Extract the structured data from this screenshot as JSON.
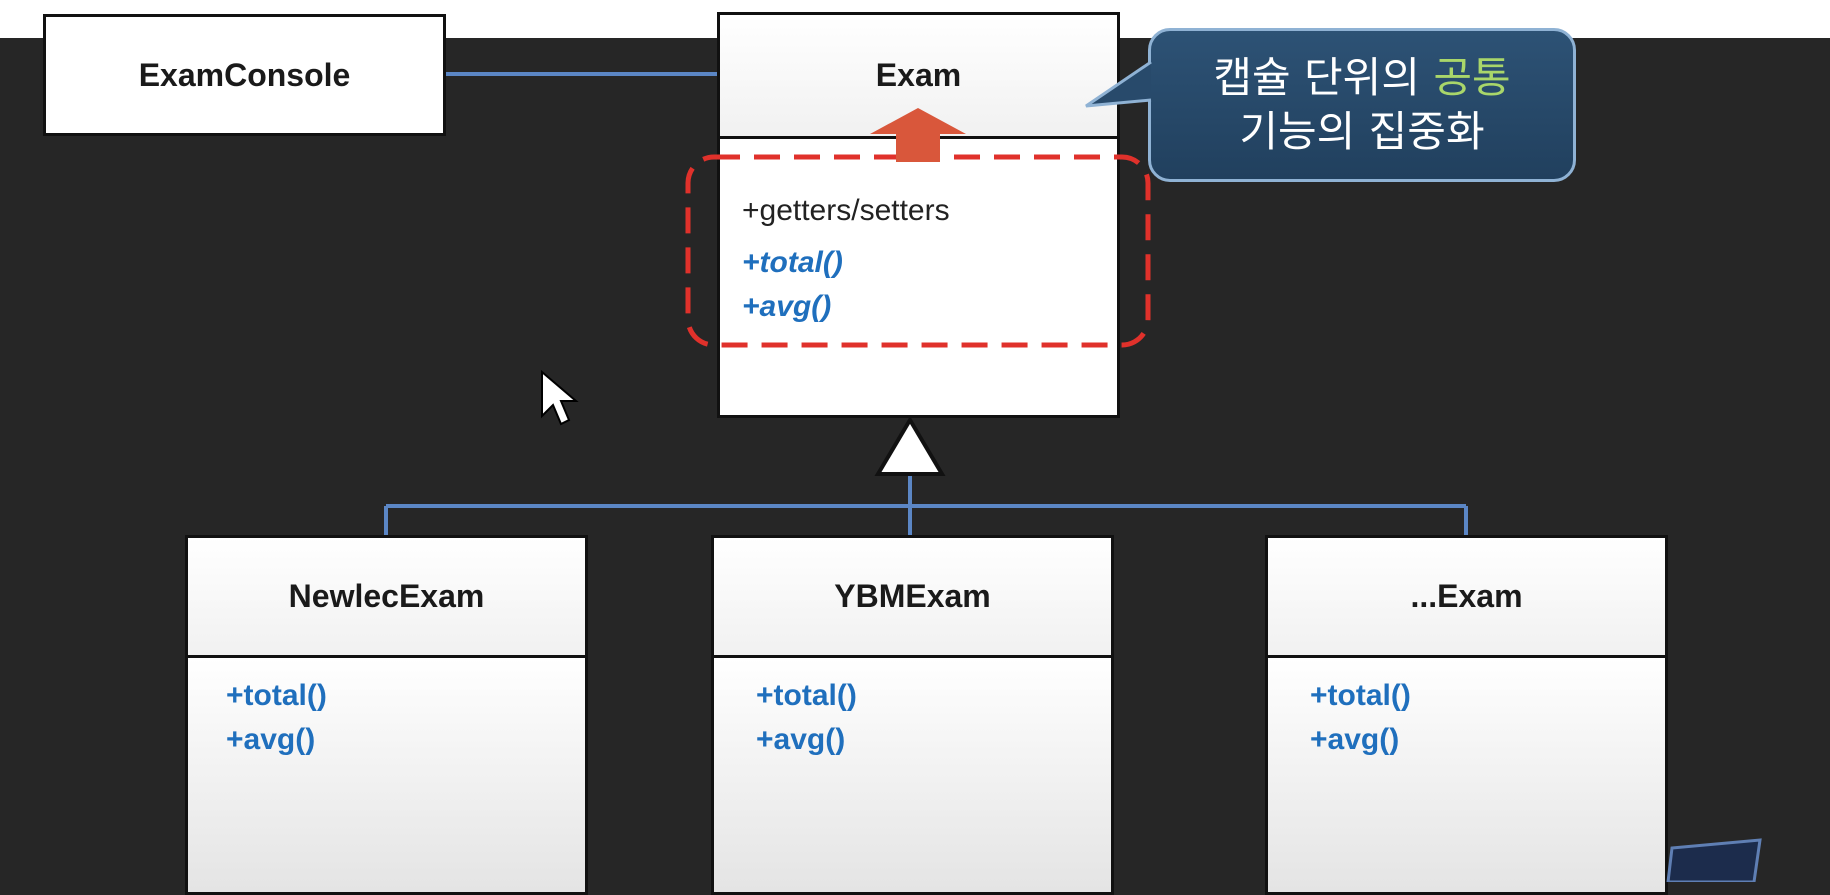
{
  "classes": {
    "exam_console": {
      "name": "ExamConsole"
    },
    "exam": {
      "name": "Exam",
      "members": [
        "+getters/setters",
        "+total()",
        "+avg()"
      ]
    },
    "subclasses": [
      {
        "name": "NewlecExam",
        "methods": [
          "+total()",
          "+avg()"
        ]
      },
      {
        "name": "YBMExam",
        "methods": [
          "+total()",
          "+avg()"
        ]
      },
      {
        "name": "...Exam",
        "methods": [
          "+total()",
          "+avg()"
        ]
      }
    ]
  },
  "callout": {
    "line1_prefix": "캡슐 단위의 ",
    "line1_highlight": "공통",
    "line2": "기능의 집중화"
  },
  "colors": {
    "background": "#262626",
    "connector": "#5b86c5",
    "method_text": "#1f6fbd",
    "dashed_highlight": "#e0312b",
    "arrow": "#d9573b",
    "callout_bg": "#2d5275",
    "callout_highlight": "#a9d66a"
  },
  "icons": [
    "mouse-cursor-icon",
    "up-arrow-icon",
    "inheritance-triangle-icon"
  ]
}
